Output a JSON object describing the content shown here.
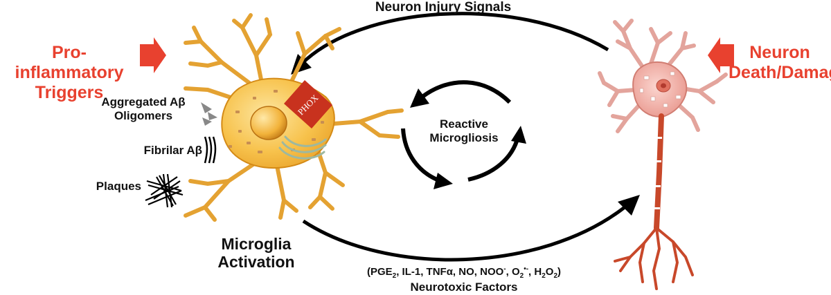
{
  "left_trigger": {
    "line1": "Pro-inflammatory",
    "line2": "Triggers"
  },
  "right_trigger": {
    "line1": "Neuron",
    "line2": "Death/Damage"
  },
  "top_arrow_label": "Neuron Injury Signals",
  "triggers": {
    "aggregated_line1": "Aggregated Aβ",
    "aggregated_line2": "Oligomers",
    "fibrilar": "Fibrilar Aβ",
    "plaques": "Plaques"
  },
  "phox_label": "PHOX",
  "cycle": {
    "line1": "Reactive",
    "line2": "Microgliosis"
  },
  "microglia_caption": {
    "line1": "Microglia",
    "line2": "Activation"
  },
  "factors": {
    "open": "(PGE",
    "pge_sub": "2",
    "mid1": ", IL-1, TNFα, NO, NOO",
    "noo_sup": "-",
    "mid2": ",  O",
    "o2_sub": "2",
    "o2_sup": "•-",
    "mid3": ", H",
    "h_sub": "2",
    "o_text": "O",
    "o_sub": "2",
    "close": ")",
    "title": "Neurotoxic Factors"
  },
  "colors": {
    "accent_red": "#e8412f",
    "microglia_fill": "#f6c04a",
    "microglia_edge": "#d48a16",
    "neuron_body": "#f3b7b0",
    "axon": "#c8482a",
    "phox": "#c8321e"
  }
}
